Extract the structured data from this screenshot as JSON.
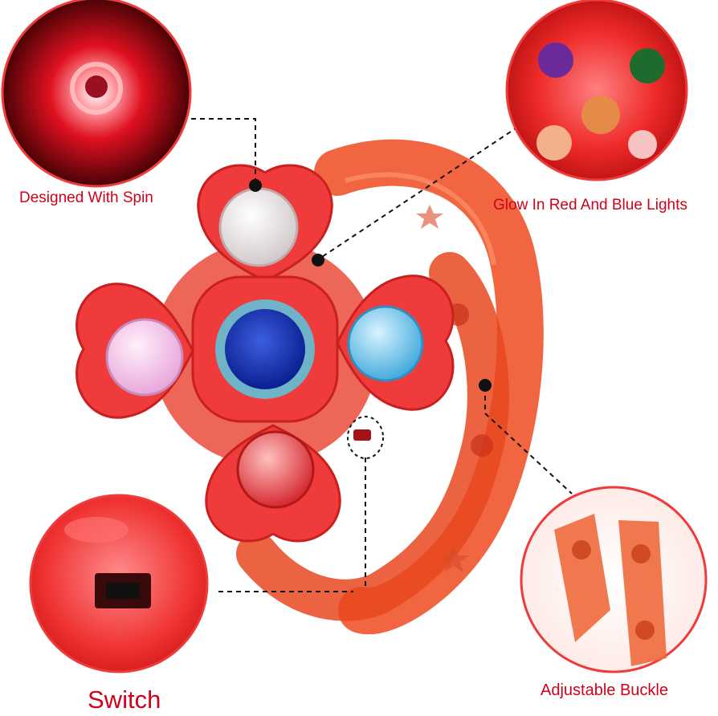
{
  "colors": {
    "label": "#d0021b",
    "band": "#f0542c",
    "petal": "#ef3b3b"
  },
  "callouts": {
    "spin": "Designed With Spin",
    "glow": "Glow In Red And Blue Lights",
    "switch": "Switch",
    "buckle": "Adjustable Buckle"
  }
}
